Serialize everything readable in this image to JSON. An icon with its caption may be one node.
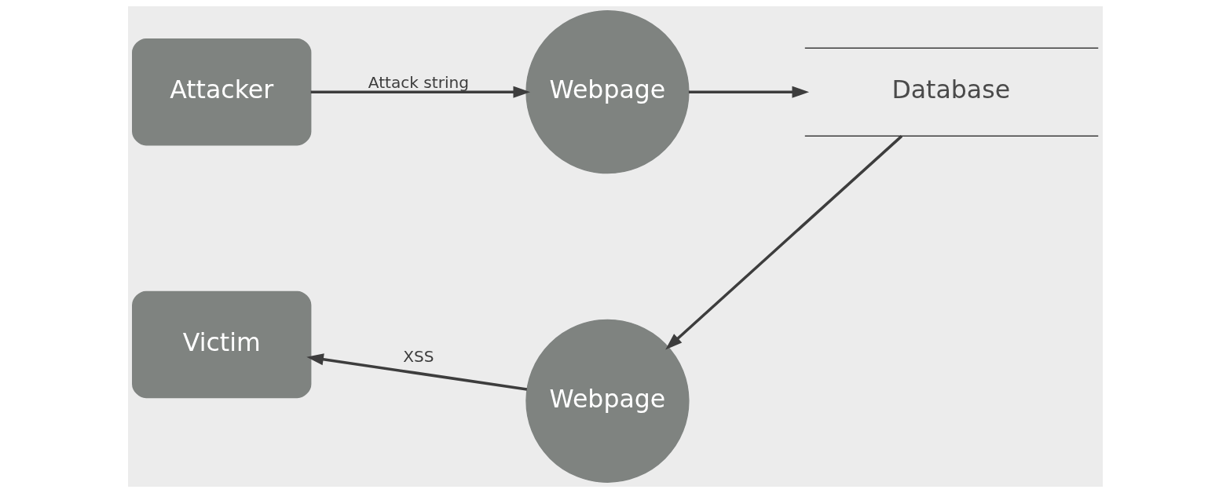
{
  "diagram": {
    "nodes": [
      {
        "text": [
          "Attacker"
        ]
      },
      {
        "text": [
          "Webpage"
        ]
      },
      {
        "text": [
          "Database"
        ]
      },
      {
        "text": [
          "Webpage"
        ]
      },
      {
        "text": [
          "Victim"
        ]
      }
    ],
    "edges": [
      {
        "from": 0,
        "to": 1,
        "arrow": "to",
        "label": "Attack string"
      },
      {
        "from": 1,
        "to": 2,
        "arrow": "to"
      },
      {
        "from": 2,
        "to": 3,
        "arrow": "to"
      },
      {
        "from": 3,
        "to": 4,
        "arrow": "to",
        "label": "XSS"
      }
    ]
  }
}
